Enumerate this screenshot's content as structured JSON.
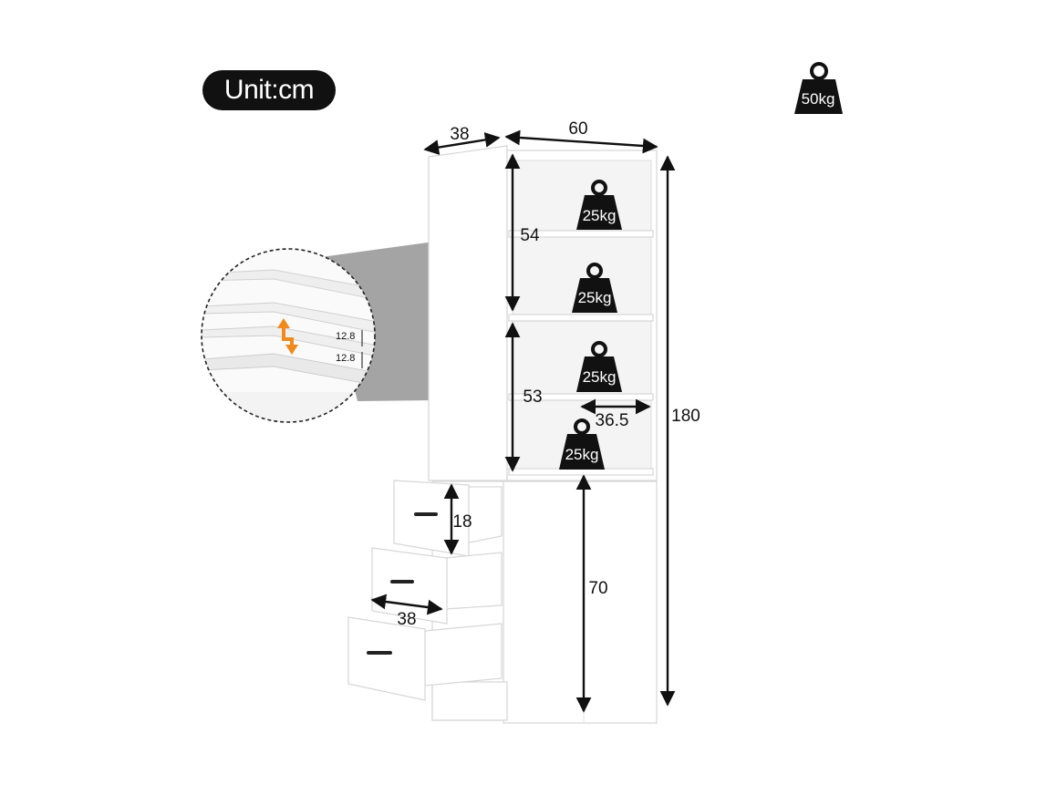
{
  "unit_label": "Unit:cm",
  "top_load": "50kg",
  "dimensions": {
    "depth_top": "38",
    "width_top": "60",
    "height_total": "180",
    "shelf_upper": "54",
    "shelf_lower": "53",
    "inner_width": "36.5",
    "drawer_height": "18",
    "drawer_depth": "38",
    "cabinet_height": "70"
  },
  "shelf_loads": [
    "25kg",
    "25kg",
    "25kg",
    "25kg"
  ],
  "detail": {
    "step_1": "12.8",
    "step_2": "12.8"
  },
  "colors": {
    "ink": "#111111",
    "accent_arrow": "#f08a1c",
    "panel_edge": "#d6d6d6"
  }
}
